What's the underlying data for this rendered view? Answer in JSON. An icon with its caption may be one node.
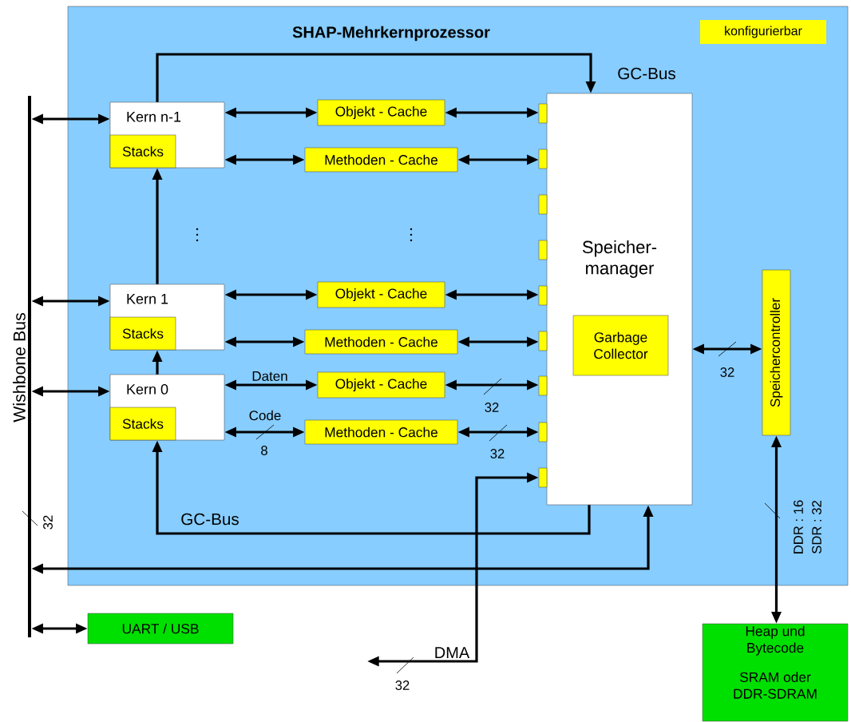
{
  "diagram": {
    "title": "SHAP-Mehrkernprozessor",
    "nodes": [
      {
        "text": [],
        "shape": "box"
      },
      {
        "text": [
          "Kern n-1"
        ],
        "in": 0
      },
      {
        "text": [
          "Stacks"
        ],
        "in": 1
      },
      {
        "text": [
          "Kern 1"
        ],
        "in": 0
      },
      {
        "text": [
          "Stacks"
        ],
        "in": 3
      },
      {
        "text": [
          "Kern 0"
        ],
        "in": 0
      },
      {
        "text": [
          "Stacks"
        ],
        "in": 5
      },
      {
        "text": [
          "Objekt - Cache"
        ],
        "in": 0
      },
      {
        "text": [
          "Methoden - Cache"
        ],
        "in": 0
      },
      {
        "text": [
          "Objekt - Cache"
        ],
        "in": 0
      },
      {
        "text": [
          "Methoden - Cache"
        ],
        "in": 0
      },
      {
        "text": [
          "Objekt - Cache"
        ],
        "in": 0
      },
      {
        "text": [
          "Methoden - Cache"
        ],
        "in": 0
      },
      {
        "text": [
          "Speicher- manager"
        ],
        "in": 0
      },
      {
        "text": [
          "Garbage Collector"
        ],
        "in": 13
      },
      {
        "text": [],
        "shape": "box",
        "in": 0
      },
      {
        "text": [],
        "shape": "box",
        "in": 0
      },
      {
        "text": [],
        "shape": "box",
        "in": 0
      },
      {
        "text": [],
        "shape": "box",
        "in": 0
      },
      {
        "text": [],
        "shape": "box",
        "in": 0
      },
      {
        "text": [],
        "shape": "box",
        "in": 0
      },
      {
        "text": [],
        "shape": "box",
        "in": 0
      },
      {
        "text": [],
        "shape": "box",
        "in": 0
      },
      {
        "text": [],
        "shape": "box",
        "in": 0
      },
      {
        "text": [
          "Speichercontroller"
        ],
        "in": 0
      },
      {
        "text": [
          "UART / USB"
        ]
      },
      {
        "text": [
          "Heap und Bytecode",
          "SRAM oder DDR-SDRAM"
        ]
      },
      {
        "text": [
          "Wishbone Bus"
        ]
      }
    ],
    "edges": [
      {
        "from": 27,
        "to": 1,
        "arrow": "both"
      },
      {
        "from": 27,
        "to": 3,
        "arrow": "both"
      },
      {
        "from": 27,
        "to": 5,
        "arrow": "both"
      },
      {
        "from": 1,
        "to": 7,
        "arrow": "both"
      },
      {
        "from": 1,
        "to": 8,
        "arrow": "both"
      },
      {
        "from": 3,
        "to": 9,
        "arrow": "both"
      },
      {
        "from": 3,
        "to": 10,
        "arrow": "both"
      },
      {
        "from": 5,
        "to": 11,
        "arrow": "both",
        "label": "Daten"
      },
      {
        "from": 5,
        "to": 12,
        "arrow": "both",
        "label": "Code"
      },
      {
        "from": 7,
        "to": 15,
        "arrow": "both"
      },
      {
        "from": 8,
        "to": 16,
        "arrow": "both"
      },
      {
        "from": 9,
        "to": 19,
        "arrow": "both"
      },
      {
        "from": 10,
        "to": 20,
        "arrow": "both"
      },
      {
        "from": 11,
        "to": 21,
        "arrow": "both"
      },
      {
        "from": 12,
        "to": 22,
        "arrow": "both"
      },
      {
        "from": 1,
        "to": 13,
        "arrow": "to",
        "label": "GC-Bus"
      },
      {
        "from": 5,
        "to": 3,
        "arrow": "to"
      },
      {
        "from": 3,
        "to": 1,
        "arrow": "to"
      },
      {
        "from": 13,
        "to": 5,
        "arrow": "to",
        "label": "GC-Bus"
      },
      {
        "from": 13,
        "to": 27,
        "arrow": "both"
      },
      {
        "from": 27,
        "to": 25,
        "arrow": "both"
      },
      {
        "from": 13,
        "to": 24,
        "arrow": "both"
      },
      {
        "from": 24,
        "to": 26,
        "arrow": "both"
      },
      {
        "from": null,
        "to": 23,
        "arrow": "both",
        "label": "DMA"
      }
    ],
    "labels": [
      "32",
      "32",
      "8",
      "32",
      "32",
      "DDR : 16",
      "SDR : 32",
      "32"
    ],
    "legend": [
      {
        "text": "konfigurierbar",
        "color": "#ffff00"
      }
    ]
  }
}
